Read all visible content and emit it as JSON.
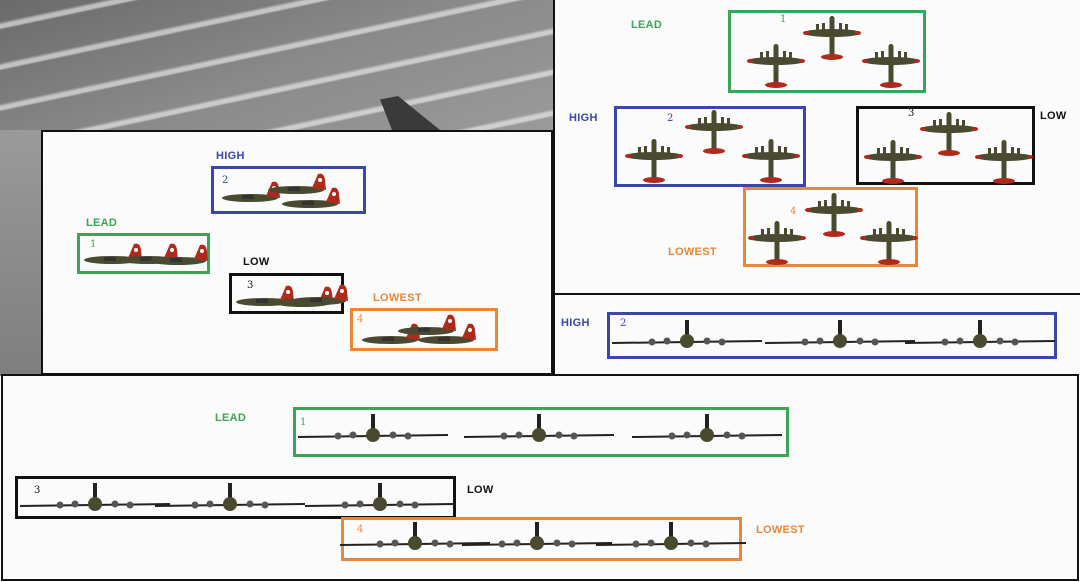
{
  "colors": {
    "lead": "#3aa655",
    "high": "#3a46a8",
    "low": "#111111",
    "lowest": "#e8873a",
    "plane_body": "#4a4a30",
    "plane_tail": "#b02a1c"
  },
  "side_view": {
    "high": {
      "label": "HIGH",
      "number": "2"
    },
    "lead": {
      "label": "LEAD",
      "number": "1"
    },
    "low": {
      "label": "LOW",
      "number": "3"
    },
    "lowest": {
      "label": "LOWEST",
      "number": "4"
    }
  },
  "top_view": {
    "lead": {
      "label": "LEAD",
      "number": "1"
    },
    "high": {
      "label": "HIGH",
      "number": "2"
    },
    "low": {
      "label": "LOW",
      "number": "3"
    },
    "lowest": {
      "label": "LOWEST",
      "number": "4"
    }
  },
  "front_view": {
    "high": {
      "label": "HIGH",
      "number": "2"
    },
    "lead": {
      "label": "LEAD",
      "number": "1"
    },
    "low": {
      "label": "LOW",
      "number": "3"
    },
    "lowest": {
      "label": "LOWEST",
      "number": "4"
    }
  }
}
